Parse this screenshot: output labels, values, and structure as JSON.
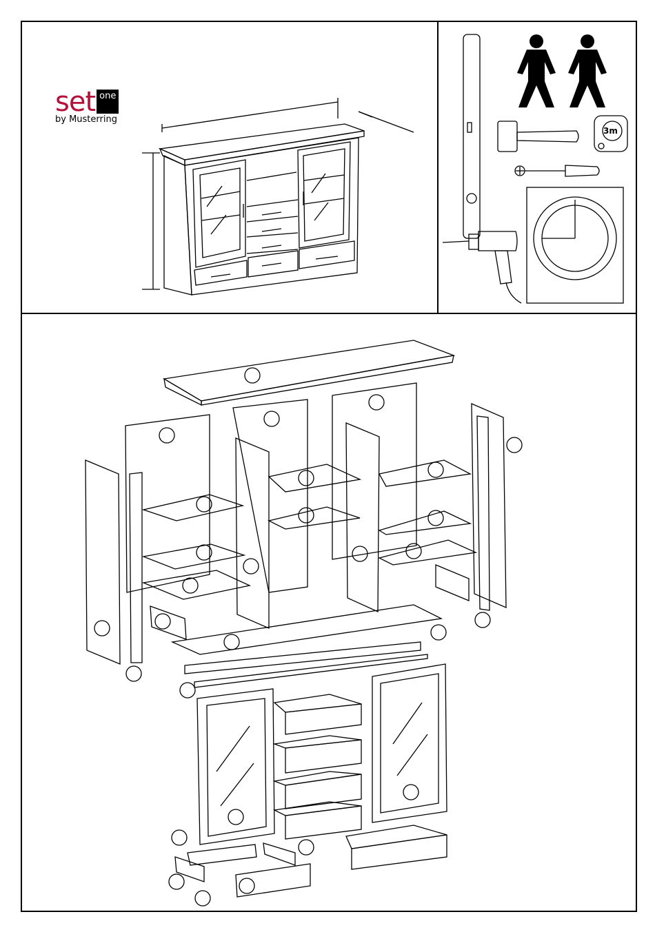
{
  "brand": {
    "name": "set",
    "badge": "one",
    "subtitle": "by Musterring"
  },
  "tools": {
    "tape_measure_label": "3m",
    "items": [
      "level-icon",
      "two-persons-icon",
      "hammer-icon",
      "tape-measure-icon",
      "screwdriver-icon",
      "drill-icon",
      "clock-icon"
    ]
  },
  "colors": {
    "brand_red": "#b5123a",
    "line": "#000000"
  }
}
